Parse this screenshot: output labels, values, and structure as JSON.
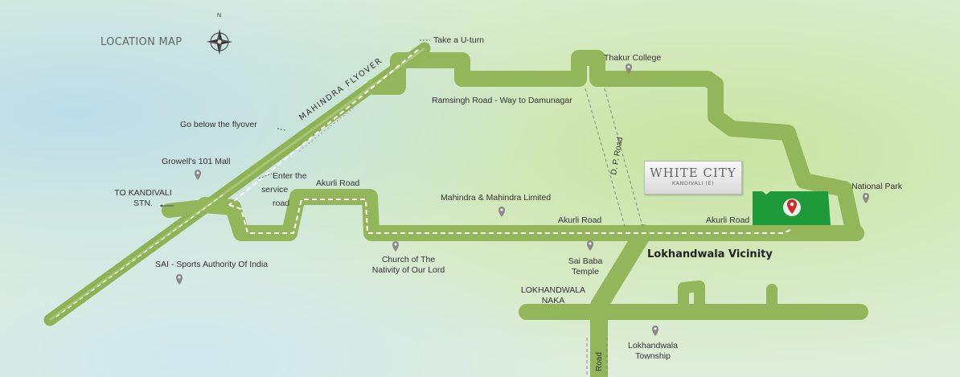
{
  "header": {
    "title": "LOCATION MAP",
    "compass_letter": "N"
  },
  "project": {
    "name": "WHITE CITY",
    "locality": "KANDIVALI (E)"
  },
  "labels": {
    "take_uturn": "Take a U-turn",
    "thakur_college": "Thakur College",
    "ramsingh_road": "Ramsingh Road - Way to Damunagar",
    "go_below": "Go below the flyover",
    "mahindra_flyover": "MAHINDRA FLYOVER",
    "dp_road": "D. P. Road",
    "growells": "Growell's 101 Mall",
    "enter_line1": "Enter the",
    "enter_line2": "service",
    "enter_line3": "road",
    "akurli_road_1": "Akurli Road",
    "akurli_road_2": "Akurli Road",
    "akurli_road_3": "Akurli Road",
    "to_kandivali_1": "TO KANDIVALI",
    "to_kandivali_2": "STN.",
    "mahindra_ltd": "Mahindra & Mahindra Limited",
    "national_park": "National Park",
    "church_1": "Church of The",
    "church_2": "Nativity of Our Lord",
    "sai_baba_1": "Sai Baba",
    "sai_baba_2": "Temple",
    "lokhandwala_vicinity": "Lokhandwala Vicinity",
    "sai_sports": "SAI - Sports Authority Of India",
    "lokhandwala_naka_1": "LOKHANDWALA",
    "lokhandwala_naka_2": "NAKA",
    "lokhandwala_township_1": "Lokhandwala",
    "lokhandwala_township_2": "Township",
    "bottom_road": "Road"
  },
  "icons": {
    "compass": "compass-rose-icon",
    "pin": "map-pin-icon",
    "project_pin": "project-location-pin-icon"
  },
  "colors": {
    "road": "#93b65a",
    "road_edge": "#6f9040",
    "project_area": "#1f9a3a",
    "pin": "#8a8a8a",
    "project_pin": "#d62828"
  }
}
